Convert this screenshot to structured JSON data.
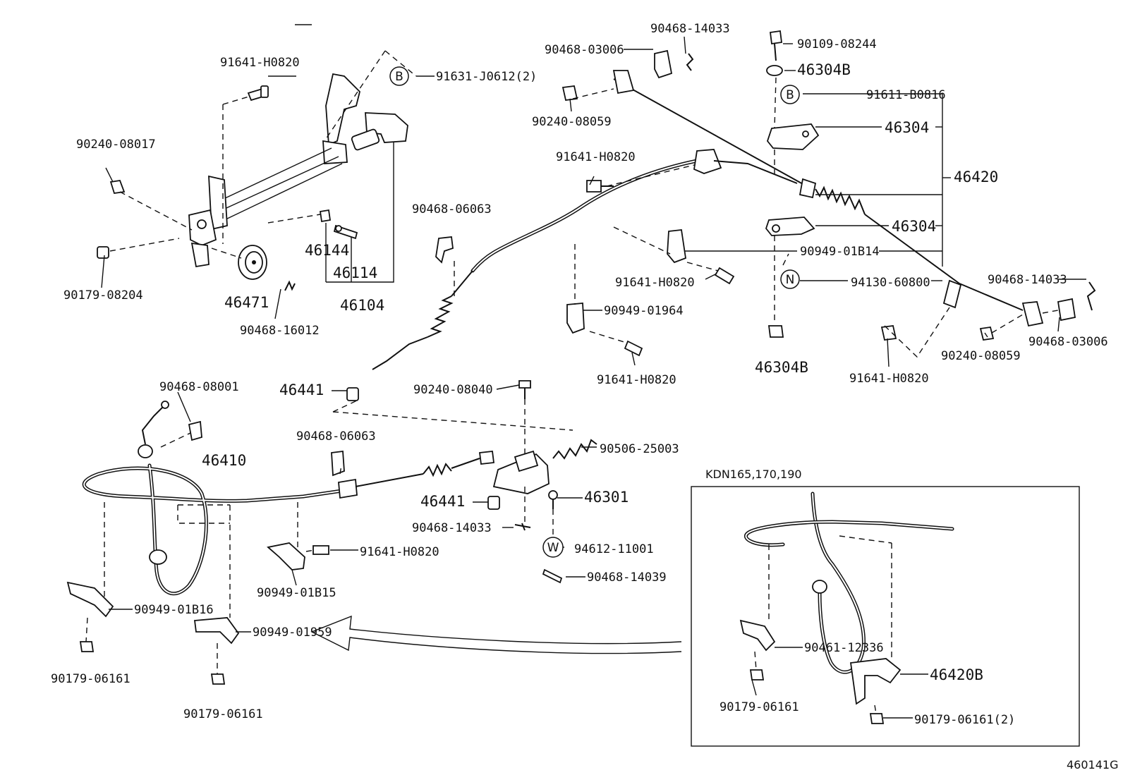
{
  "diagram_id": "460141G",
  "inset_title": "KDN165,170,190",
  "circles": {
    "B": "B",
    "N": "N",
    "W": "W"
  },
  "labels": {
    "p91641_H0820_a": "91641-H0820",
    "p91631_J0612": "91631-J0612(2)",
    "p90240_08017": "90240-08017",
    "p90179_08204": "90179-08204",
    "p46471": "46471",
    "p90468_16012": "90468-16012",
    "p46144": "46144",
    "p46114": "46114",
    "p46104": "46104",
    "p90468_06063_a": "90468-06063",
    "p90468_14033_a": "90468-14033",
    "p90468_03006_a": "90468-03006",
    "p90240_08059_a": "90240-08059",
    "p91641_H0820_b": "91641-H0820",
    "p90109_08244": "90109-08244",
    "p46304B_a": "46304B",
    "p91611_B0816": "91611-B0816",
    "p46304_a": "46304",
    "p46420": "46420",
    "p46304_b": "46304",
    "p90949_01B14": "90949-01B14",
    "p91641_H0820_c": "91641-H0820",
    "p94130_60800": "94130-60800",
    "p90949_01964": "90949-01964",
    "p91641_H0820_d": "91641-H0820",
    "p46304B_b": "46304B",
    "p91641_H0820_e": "91641-H0820",
    "p90468_14033_b": "90468-14033",
    "p90240_08059_b": "90240-08059",
    "p90468_03006_b": "90468-03006",
    "p46441_a": "46441",
    "p90240_08040": "90240-08040",
    "p90468_08001": "90468-08001",
    "p46410": "46410",
    "p90468_06063_b": "90468-06063",
    "p90506_25003": "90506-25003",
    "p46441_b": "46441",
    "p46301": "46301",
    "p90468_14033_c": "90468-14033",
    "p91641_H0820_f": "91641-H0820",
    "p94612_11001": "94612-11001",
    "p90949_01B15": "90949-01B15",
    "p90468_14039": "90468-14039",
    "p90949_01B16": "90949-01B16",
    "p90949_01959": "90949-01959",
    "p90179_06161_a": "90179-06161",
    "p90179_06161_b": "90179-06161",
    "p90461_12336": "90461-12336",
    "p46420B": "46420B",
    "p90179_06161_c": "90179-06161",
    "p90179_06161_2": "90179-06161(2)"
  }
}
